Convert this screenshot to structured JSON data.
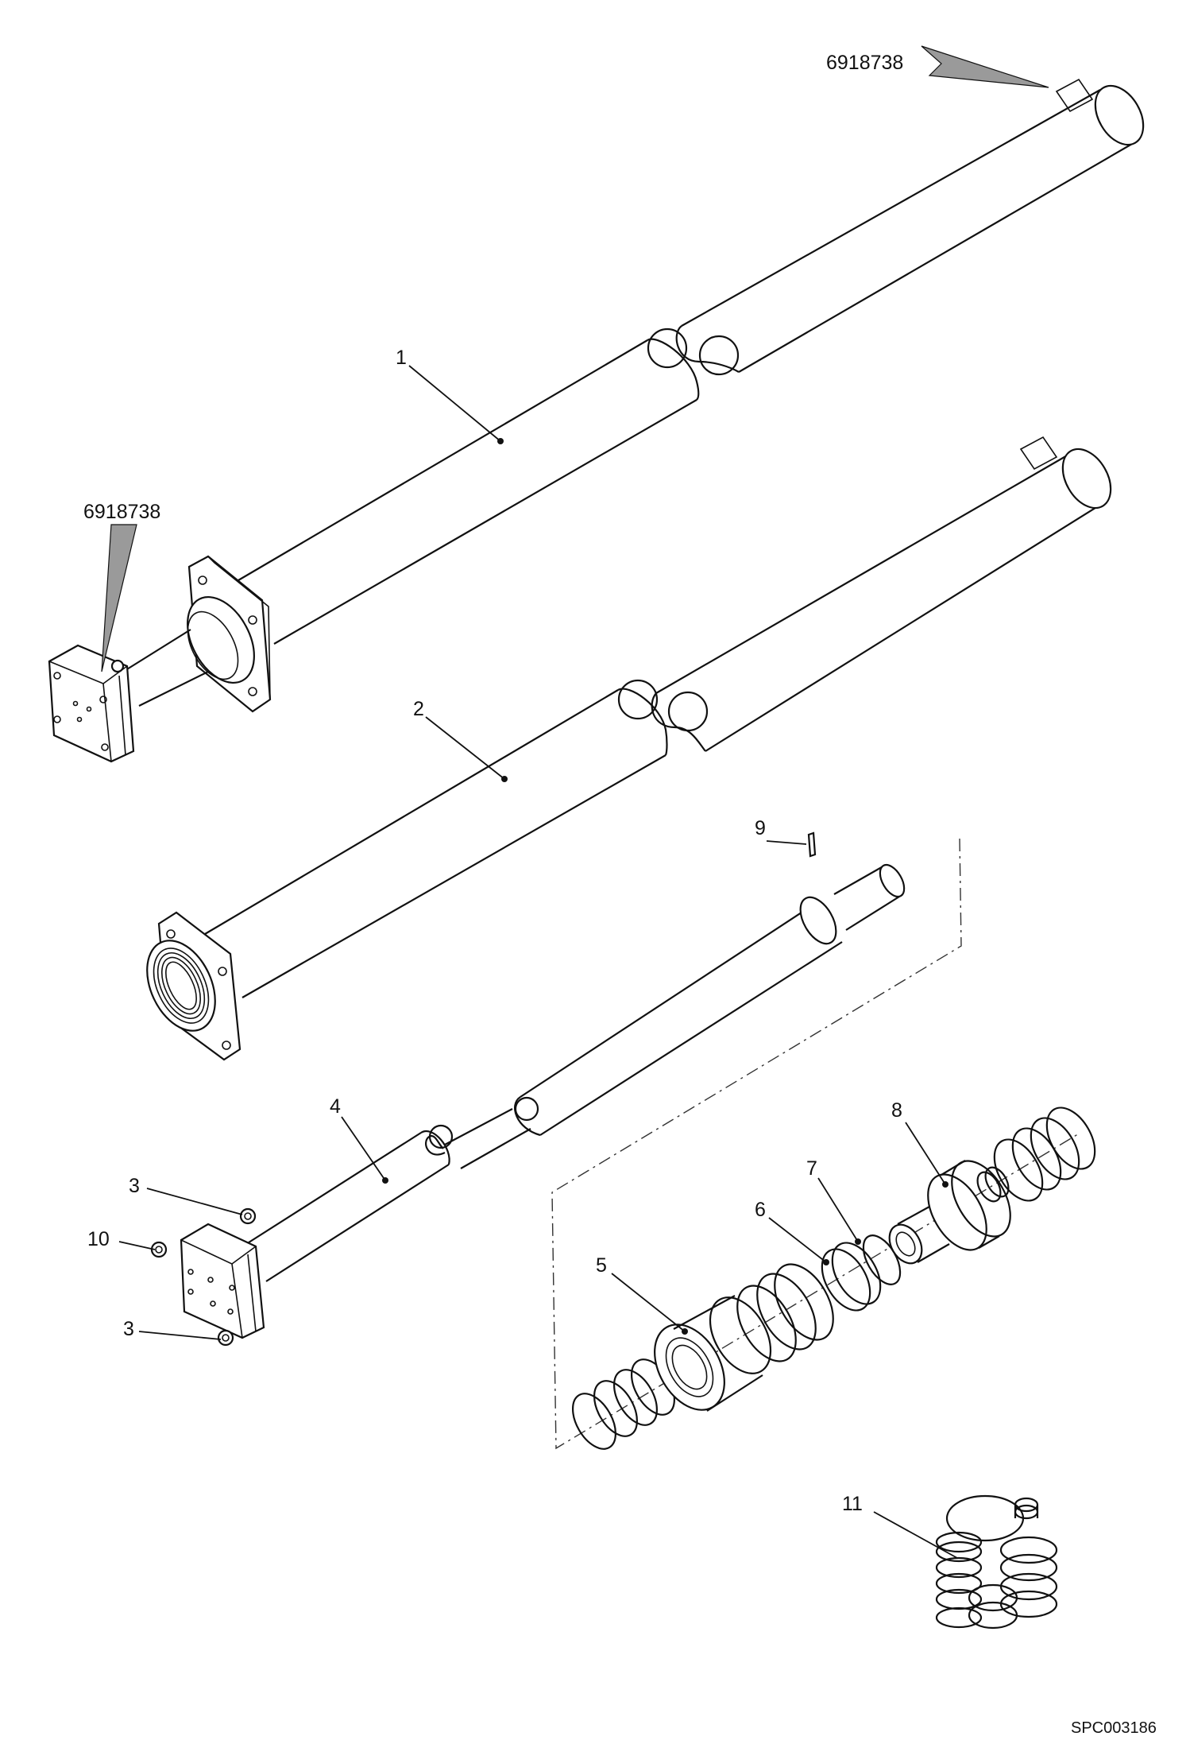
{
  "part_refs": {
    "callout_top": "6918738",
    "callout_left": "6918738",
    "p1": "1",
    "p2": "2",
    "p3a": "3",
    "p3b": "3",
    "p4": "4",
    "p5": "5",
    "p6": "6",
    "p7": "7",
    "p8": "8",
    "p9": "9",
    "p10": "10",
    "p11": "11"
  },
  "drawing_code": "SPC003186"
}
